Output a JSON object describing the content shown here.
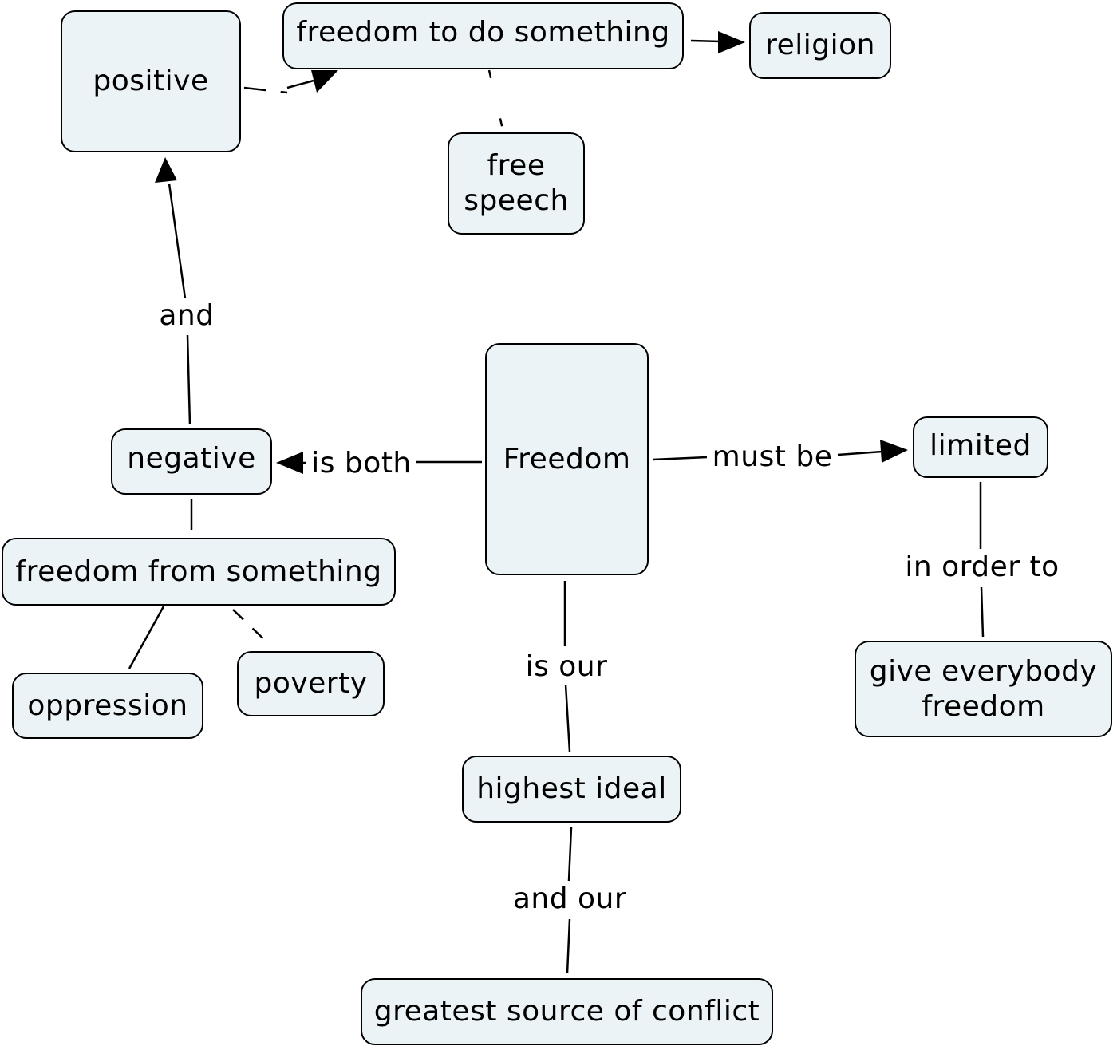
{
  "colors": {
    "node_fill": "#ecf3f6",
    "node_border": "#000000",
    "line": "#000000",
    "background": "#ffffff"
  },
  "nodes": {
    "positive": "positive",
    "freedom_to_do": "freedom to do something",
    "religion": "religion",
    "free_speech": "free speech",
    "negative": "negative",
    "freedom": "Freedom",
    "limited": "limited",
    "freedom_from": "freedom from something",
    "oppression": "oppression",
    "poverty": "poverty",
    "give_freedom": "give everybody freedom",
    "highest_ideal": "highest ideal",
    "greatest_conflict": "greatest source of conflict"
  },
  "links": {
    "and": "and",
    "is_both": "is both",
    "must_be": "must be",
    "in_order_to": "in order to",
    "is_our": "is our",
    "and_our": "and our"
  }
}
